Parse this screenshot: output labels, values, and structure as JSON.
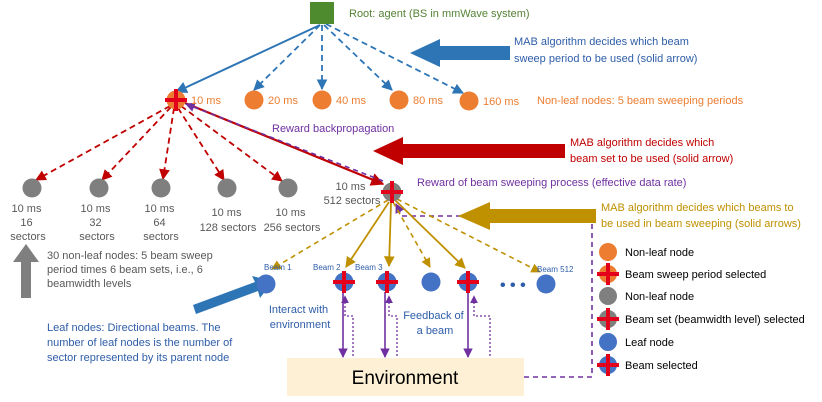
{
  "colors": {
    "root": "#4e8a2e",
    "nonleaf_orange": "#ed7d31",
    "nonleaf_gray": "#7f7f7f",
    "leaf_blue": "#4472c4",
    "red": "#c00000",
    "gold": "#bf9000",
    "purple": "#7030a0",
    "env_fill": "#fdf0d5",
    "text_green": "#548235",
    "text_blue": "#2e5da8",
    "text_gray": "#595959"
  },
  "root_label": "Root: agent (BS in mmWave system)",
  "annot_blue": [
    "MAB algorithm decides which beam",
    "sweep period to be used (solid arrow)"
  ],
  "periods": [
    "10 ms",
    "20 ms",
    "40 ms",
    "80 ms",
    "160 ms"
  ],
  "nonleaf_periods_label": "Non-leaf nodes: 5 beam sweeping periods",
  "reward_backprop": "Reward backpropagation",
  "annot_red": [
    "MAB algorithm decides which",
    "beam set to be used (solid arrow)"
  ],
  "reward_sweep": "Reward of beam sweeping process (effective data rate)",
  "beamsets": [
    [
      "10 ms",
      "16",
      "sectors"
    ],
    [
      "10 ms",
      "32",
      "sectors"
    ],
    [
      "10 ms",
      "64",
      "sectors"
    ],
    [
      "10 ms",
      "128 sectors"
    ],
    [
      "10 ms",
      "256 sectors"
    ]
  ],
  "selected_beamset": [
    "10 ms",
    "512 sectors"
  ],
  "annot_gold": [
    "MAB algorithm decides which beams to",
    "be used in beam sweeping (solid arrows)"
  ],
  "nonleaf_30": [
    "30 non-leaf nodes: 5 beam sweep",
    "period times 6 beam sets, i.e., 6",
    "beamwidth levels"
  ],
  "beam_labels": [
    "Beam 1",
    "Beam 2",
    "Beam 3",
    "Beam 512"
  ],
  "ellipsis": "• • •",
  "interact": [
    "Interact with",
    "environment"
  ],
  "feedback": [
    "Feedback of",
    "a beam"
  ],
  "leaf_desc": [
    "Leaf nodes: Directional beams. The",
    "number of leaf nodes is the number of",
    "sector represented by its parent node"
  ],
  "environment": "Environment",
  "legend": [
    {
      "label": "Non-leaf node",
      "kind": "orange"
    },
    {
      "label": "Beam sweep period selected",
      "kind": "orange-cross"
    },
    {
      "label": "Non-leaf node",
      "kind": "gray"
    },
    {
      "label": "Beam set (beamwidth level) selected",
      "kind": "gray-cross"
    },
    {
      "label": "Leaf node",
      "kind": "blue"
    },
    {
      "label": "Beam selected",
      "kind": "blue-cross"
    }
  ]
}
